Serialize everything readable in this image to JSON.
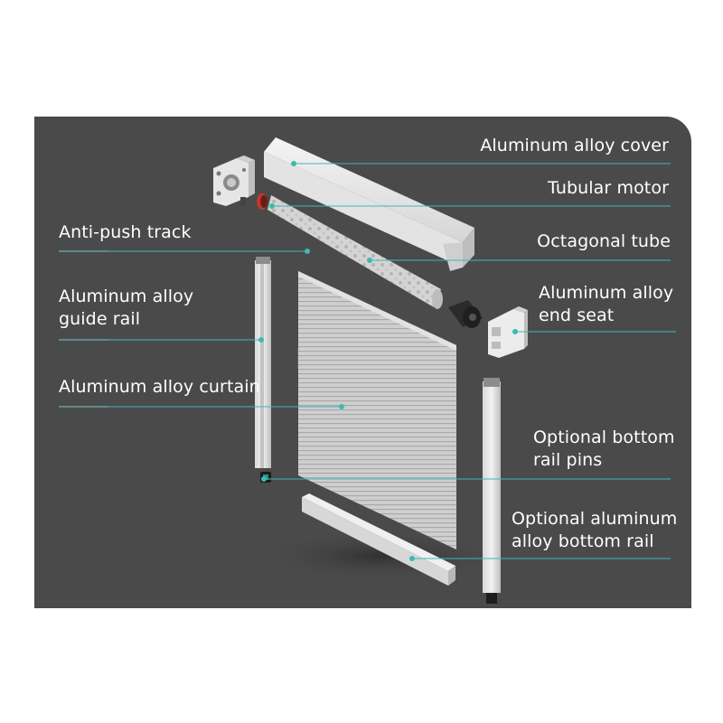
{
  "colors": {
    "background": "#4a4a4b",
    "leader_line": "#3fb8b0",
    "label_text": "#ffffff"
  },
  "labels": {
    "cover": "Aluminum alloy cover",
    "motor": "Tubular motor",
    "anti_push_track": "Anti-push track",
    "octagonal_tube": "Octagonal tube",
    "guide_rail_line1": "Aluminum alloy",
    "guide_rail_line2": "guide rail",
    "end_seat_line1": "Aluminum alloy",
    "end_seat_line2": "end seat",
    "curtain": "Aluminum alloy curtain",
    "pins_line1": "Optional bottom",
    "pins_line2": "rail pins",
    "bottom_rail_line1": "Optional aluminum",
    "bottom_rail_line2": "alloy bottom rail"
  }
}
